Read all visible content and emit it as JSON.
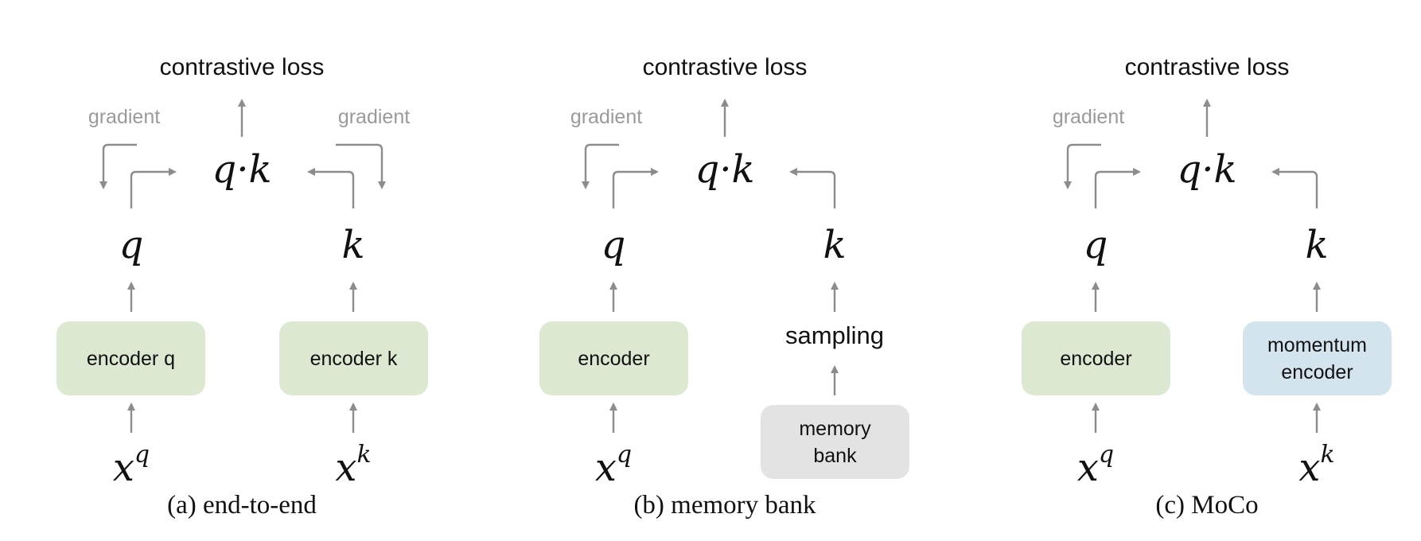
{
  "panels": [
    {
      "id": "end-to-end",
      "loss": "contrastive loss",
      "gradient_left": "gradient",
      "gradient_right": "gradient",
      "dot": "q·k",
      "q": "q",
      "k": "k",
      "encoder_left": "encoder q",
      "encoder_right": "encoder k",
      "x_left_base": "x",
      "x_left_sup": "q",
      "x_right_base": "x",
      "x_right_sup": "k",
      "caption": "(a) end-to-end"
    },
    {
      "id": "memory-bank",
      "loss": "contrastive loss",
      "gradient_left": "gradient",
      "dot": "q·k",
      "q": "q",
      "k": "k",
      "encoder_left": "encoder",
      "sampling": "sampling",
      "memory_bank": "memory\nbank",
      "x_left_base": "x",
      "x_left_sup": "q",
      "caption": "(b) memory bank"
    },
    {
      "id": "moco",
      "loss": "contrastive loss",
      "gradient_left": "gradient",
      "dot": "q·k",
      "q": "q",
      "k": "k",
      "encoder_left": "encoder",
      "encoder_right": "momentum\nencoder",
      "x_left_base": "x",
      "x_left_sup": "q",
      "x_right_base": "x",
      "x_right_sup": "k",
      "caption": "(c) MoCo"
    }
  ],
  "colors": {
    "arrow": "#8c8c8c",
    "encoder_green": "#dde8d2",
    "momentum_blue": "#d3e4ef",
    "memory_gray": "#e3e3e3"
  }
}
